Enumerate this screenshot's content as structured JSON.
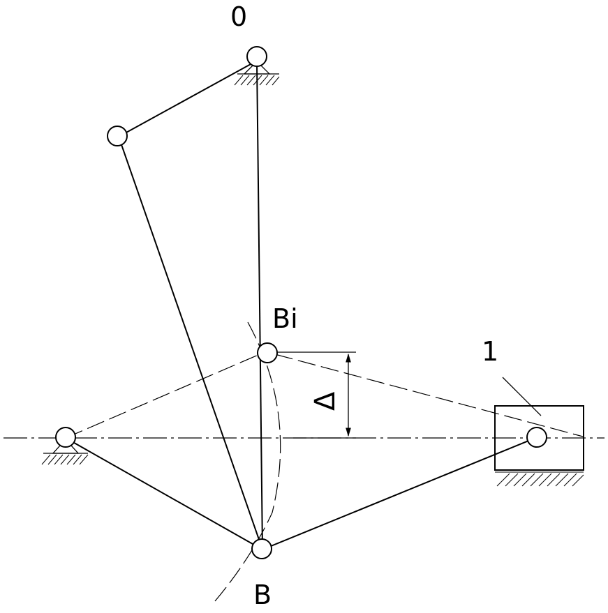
{
  "labels": {
    "pivot_top": "0",
    "point_bi": "Bi",
    "point_b": "B",
    "slider": "1",
    "delta": "Δ"
  }
}
